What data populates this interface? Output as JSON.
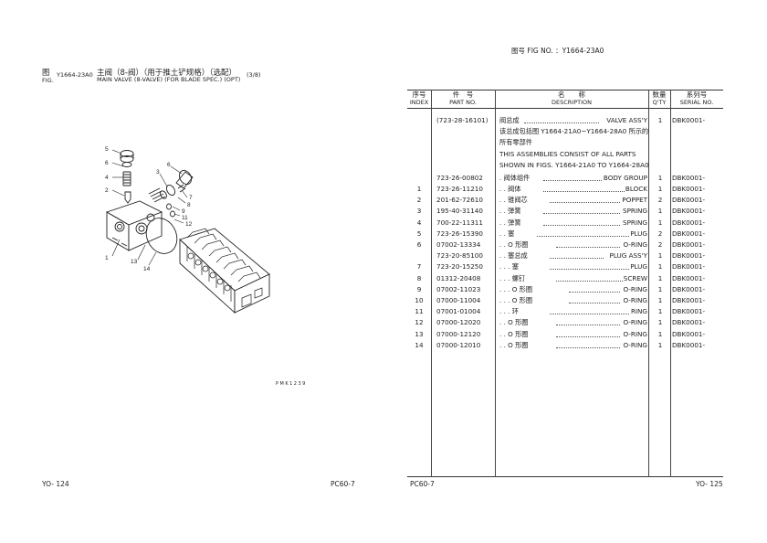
{
  "left_page": {
    "fig_label_cn": "图",
    "fig_label_en": "FIG.",
    "fig_number": "Y1664-23A0",
    "title_cn": "主阀（8-阀）（用于推土铲规格）（选配）",
    "title_en": "MAIN VALVE (8-VALVE) (FOR BLADE SPEC.) (OPT)",
    "sheet": "(3/8)",
    "drawing_code": "PMK1239",
    "footer_left": "YO- 124",
    "footer_right": "PC60-7",
    "callouts": [
      "5",
      "6",
      "4",
      "2",
      "3",
      "6",
      "7",
      "8",
      "9",
      "11",
      "12",
      "1",
      "13",
      "14"
    ]
  },
  "right_page": {
    "header": "图号 FIG NO. ：Y1664-23A0",
    "columns": {
      "index_cn": "序号",
      "index_en": "INDEX",
      "part_cn": "件　号",
      "part_en": "PART NO.",
      "desc_cn": "名　　称",
      "desc_en": "DESCRIPTION",
      "qty_cn": "数量",
      "qty_en": "Q'TY",
      "serial_cn": "系列号",
      "serial_en": "SERIAL NO."
    },
    "rows": [
      {
        "index": "",
        "part": "(723-28-16101)",
        "cn": "阀总成",
        "en": "VALVE ASS'Y",
        "qty": "1",
        "serial": "DBK0001-"
      },
      {
        "index": "",
        "part": "",
        "cn": "该总成包括图 Y1664-21A0~Y1664-28A0 所示的",
        "en": "",
        "qty": "",
        "serial": ""
      },
      {
        "index": "",
        "part": "",
        "cn": "所有零部件",
        "en": "",
        "qty": "",
        "serial": ""
      },
      {
        "index": "",
        "part": "",
        "cn": "THIS ASSEMBLIES CONSIST OF ALL PARTS",
        "en": "",
        "qty": "",
        "serial": ""
      },
      {
        "index": "",
        "part": "",
        "cn": "SHOWN IN FIGS. Y1664-21A0 TO Y1664-28A0",
        "en": "",
        "qty": "",
        "serial": ""
      },
      {
        "index": "",
        "part": "723-26-00802",
        "cn": ". 阀体组件",
        "en": "BODY GROUP",
        "qty": "1",
        "serial": "DBK0001-"
      },
      {
        "index": "1",
        "part": "723-26-11210",
        "cn": ". . 阀体",
        "en": "BLOCK",
        "qty": "1",
        "serial": "DBK0001-"
      },
      {
        "index": "2",
        "part": "201-62-72610",
        "cn": ". . 锥阀芯",
        "en": "POPPET",
        "qty": "2",
        "serial": "DBK0001-"
      },
      {
        "index": "3",
        "part": "195-40-31140",
        "cn": ". . 弹簧",
        "en": "SPRING",
        "qty": "1",
        "serial": "DBK0001-"
      },
      {
        "index": "4",
        "part": "700-22-11311",
        "cn": ". . 弹簧",
        "en": "SPRING",
        "qty": "1",
        "serial": "DBK0001-"
      },
      {
        "index": "5",
        "part": "723-26-15390",
        "cn": ". . 塞",
        "en": "PLUG",
        "qty": "2",
        "serial": "DBK0001-"
      },
      {
        "index": "6",
        "part": "07002-13334",
        "cn": ". . O 形圈",
        "en": "O-RING",
        "qty": "2",
        "serial": "DBK0001-"
      },
      {
        "index": "",
        "part": "723-20-85100",
        "cn": ". . 塞总成",
        "en": "PLUG ASS'Y",
        "qty": "1",
        "serial": "DBK0001-"
      },
      {
        "index": "7",
        "part": "723-20-15250",
        "cn": ". . . 塞",
        "en": "PLUG",
        "qty": "1",
        "serial": "DBK0001-"
      },
      {
        "index": "8",
        "part": "01312-20408",
        "cn": ". . . 螺钉",
        "en": "SCREW",
        "qty": "1",
        "serial": "DBK0001-"
      },
      {
        "index": "9",
        "part": "07002-11023",
        "cn": ". . . O 形圈",
        "en": "O-RING",
        "qty": "1",
        "serial": "DBK0001-"
      },
      {
        "index": "10",
        "part": "07000-11004",
        "cn": ". . . O 形圈",
        "en": "O-RING",
        "qty": "1",
        "serial": "DBK0001-"
      },
      {
        "index": "11",
        "part": "07001-01004",
        "cn": ". . . 环",
        "en": "RING",
        "qty": "1",
        "serial": "DBK0001-"
      },
      {
        "index": "12",
        "part": "07000-12020",
        "cn": ". . O 形圈",
        "en": "O-RING",
        "qty": "1",
        "serial": "DBK0001-"
      },
      {
        "index": "13",
        "part": "07000-12120",
        "cn": ". . O 形圈",
        "en": "O-RING",
        "qty": "1",
        "serial": "DBK0001-"
      },
      {
        "index": "14",
        "part": "07000-12010",
        "cn": ". . O 形圈",
        "en": "O-RING",
        "qty": "1",
        "serial": "DBK0001-"
      }
    ],
    "footer_left": "PC60-7",
    "footer_right": "YO- 125"
  }
}
